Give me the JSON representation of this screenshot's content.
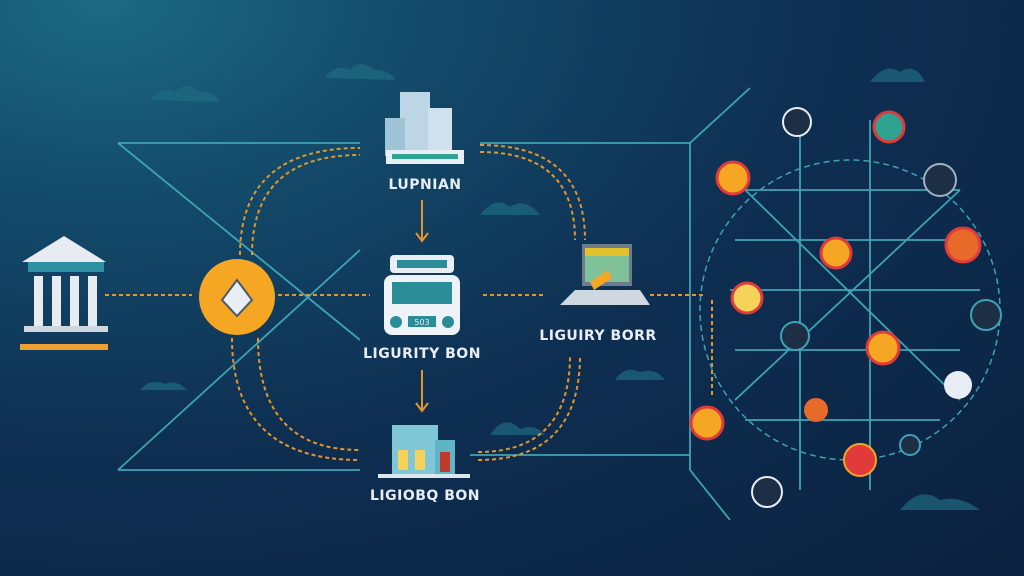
{
  "diagram": {
    "nodes": {
      "top": {
        "label": "LUPNIAN",
        "icon": "office-building-icon"
      },
      "middle": {
        "label": "LIGURITY BON",
        "icon": "vehicle-icon"
      },
      "bottom": {
        "label": "LIGIOBQ BON",
        "icon": "house-icon"
      },
      "right": {
        "label": "LIGUIRY BORR",
        "icon": "laptop-icon"
      },
      "bank": {
        "icon": "bank-icon"
      },
      "hub": {
        "icon": "coin-hub-icon"
      }
    },
    "vehicle_plate": "503",
    "network": {
      "icon": "network-globe-icon"
    },
    "colors": {
      "arrow": "#e3962a",
      "line": "#3fa3b5",
      "hub": "#f5a623",
      "background": "#0e2f52"
    }
  }
}
